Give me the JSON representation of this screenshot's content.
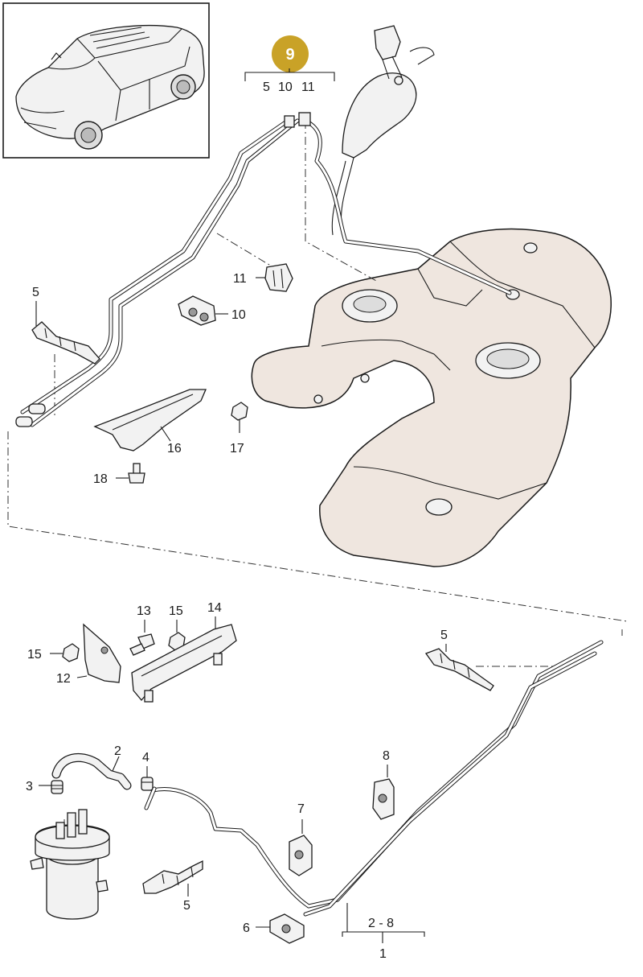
{
  "badge": {
    "label": "9",
    "color": "#c9a227"
  },
  "bracket_top": {
    "numbers": [
      "5",
      "10",
      "11"
    ]
  },
  "bracket_bottom": {
    "range": "2 - 8",
    "main": "1"
  },
  "callouts": {
    "c5a": "5",
    "c11": "11",
    "c10": "10",
    "c16": "16",
    "c17": "17",
    "c18": "18",
    "c13": "13",
    "c15a": "15",
    "c14": "14",
    "c15b": "15",
    "c12": "12",
    "c5b": "5",
    "c2": "2",
    "c4": "4",
    "c3": "3",
    "c8": "8",
    "c7": "7",
    "c5c": "5",
    "c6": "6"
  },
  "icons": [
    "car-thumbnail-icon",
    "fuel-tank-icon",
    "fuel-filter-icon",
    "pipe-clip-icon"
  ]
}
